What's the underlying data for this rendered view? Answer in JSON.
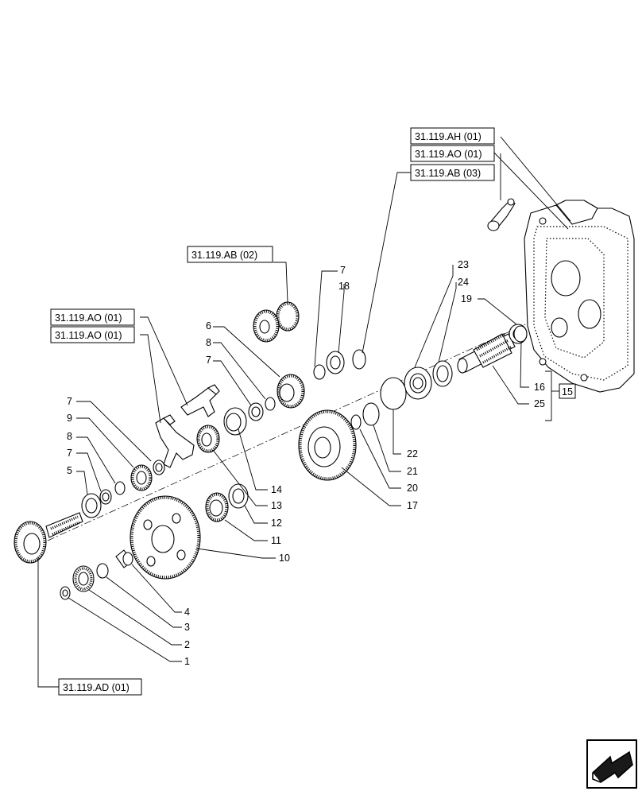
{
  "refs": {
    "r_ah01": "31.119.AH (01)",
    "r_ao01_top": "31.119.AO (01)",
    "r_ab03": "31.119.AB (03)",
    "r_ab02": "31.119.AB (02)",
    "r_ao01_left_a": "31.119.AO (01)",
    "r_ao01_left_b": "31.119.AO (01)",
    "r_ad01": "31.119.AD (01)"
  },
  "callouts": {
    "c1": "1",
    "c2": "2",
    "c3": "3",
    "c4": "4",
    "c5": "5",
    "c6": "6",
    "c7a": "7",
    "c7b": "7",
    "c7c": "7",
    "c7d": "7",
    "c8a": "8",
    "c8b": "8",
    "c9": "9",
    "c10": "10",
    "c11": "11",
    "c12": "12",
    "c13": "13",
    "c14": "14",
    "c15": "15",
    "c16": "16",
    "c17": "17",
    "c18": "18",
    "c19": "19",
    "c20": "20",
    "c21": "21",
    "c22": "22",
    "c23": "23",
    "c24": "24",
    "c25": "25"
  },
  "icons": {
    "nav": "back-arrow-icon"
  }
}
